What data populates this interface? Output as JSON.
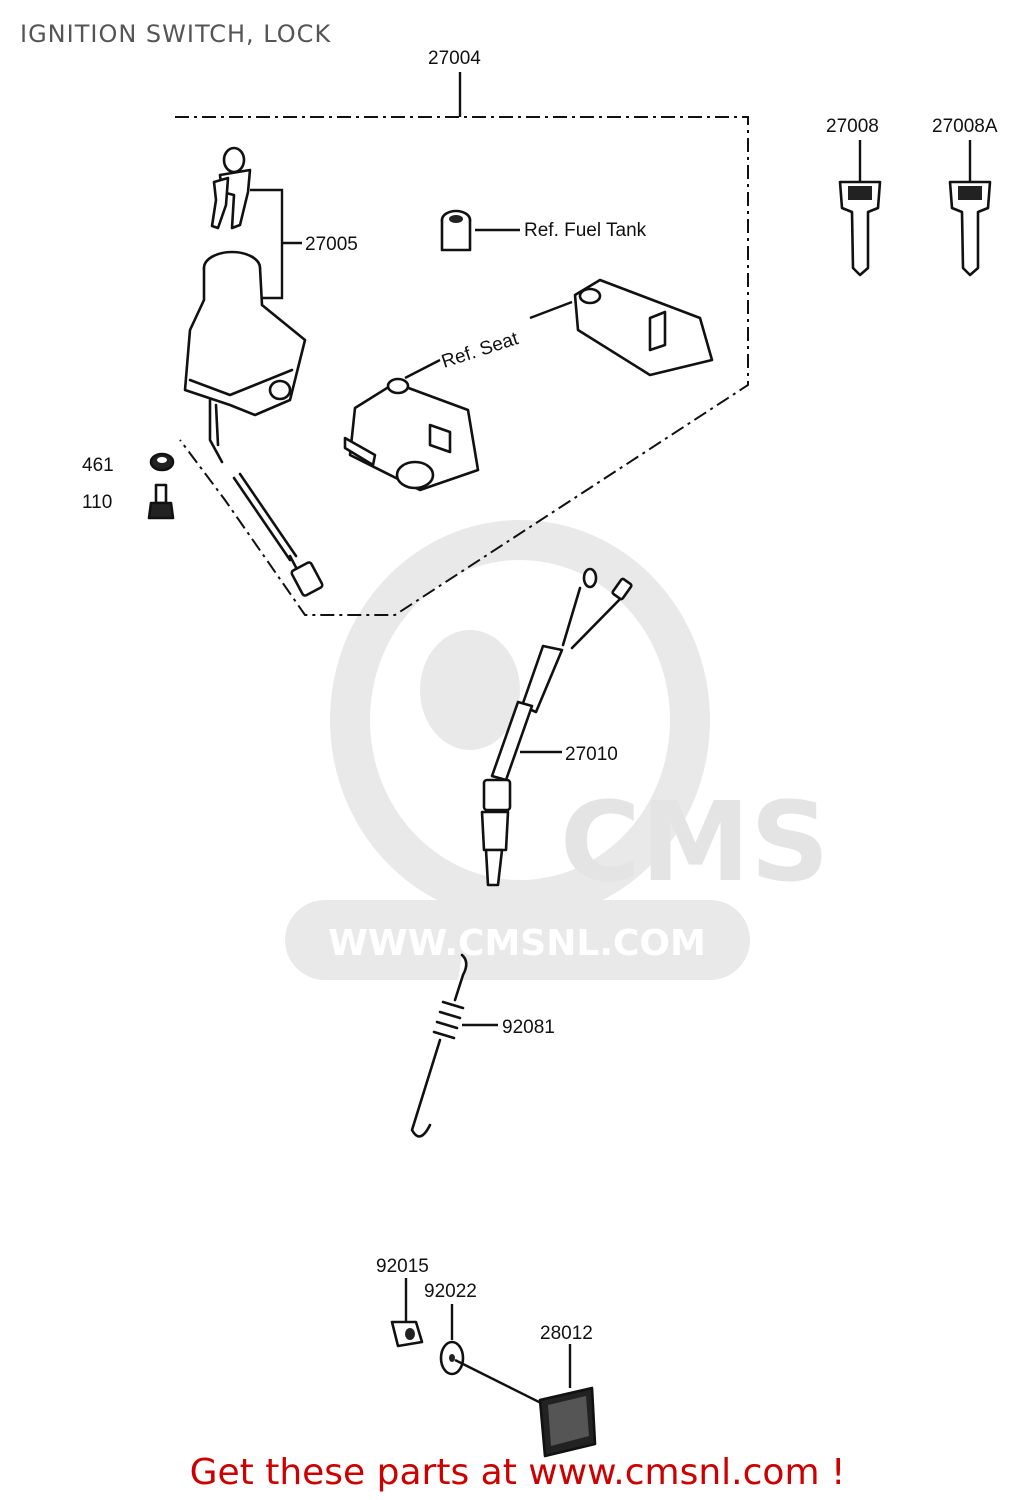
{
  "title": "IGNITION SWITCH, LOCK",
  "part_labels": {
    "p27004": "27004",
    "p27005": "27005",
    "p27008": "27008",
    "p27008A": "27008A",
    "p461": "461",
    "p110": "110",
    "p27010": "27010",
    "p92081": "92081",
    "p92015": "92015",
    "p92022": "92022",
    "p28012": "28012"
  },
  "references": {
    "fuel_tank": "Ref. Fuel Tank",
    "seat": "Ref. Seat"
  },
  "watermark": {
    "brand": "CMS",
    "url": "WWW.CMSNL.COM"
  },
  "footer": "Get these parts at www.cmsnl.com !",
  "colors": {
    "footer_text": "#cc0000",
    "line": "#111111",
    "watermark": "#e4e4e4"
  }
}
